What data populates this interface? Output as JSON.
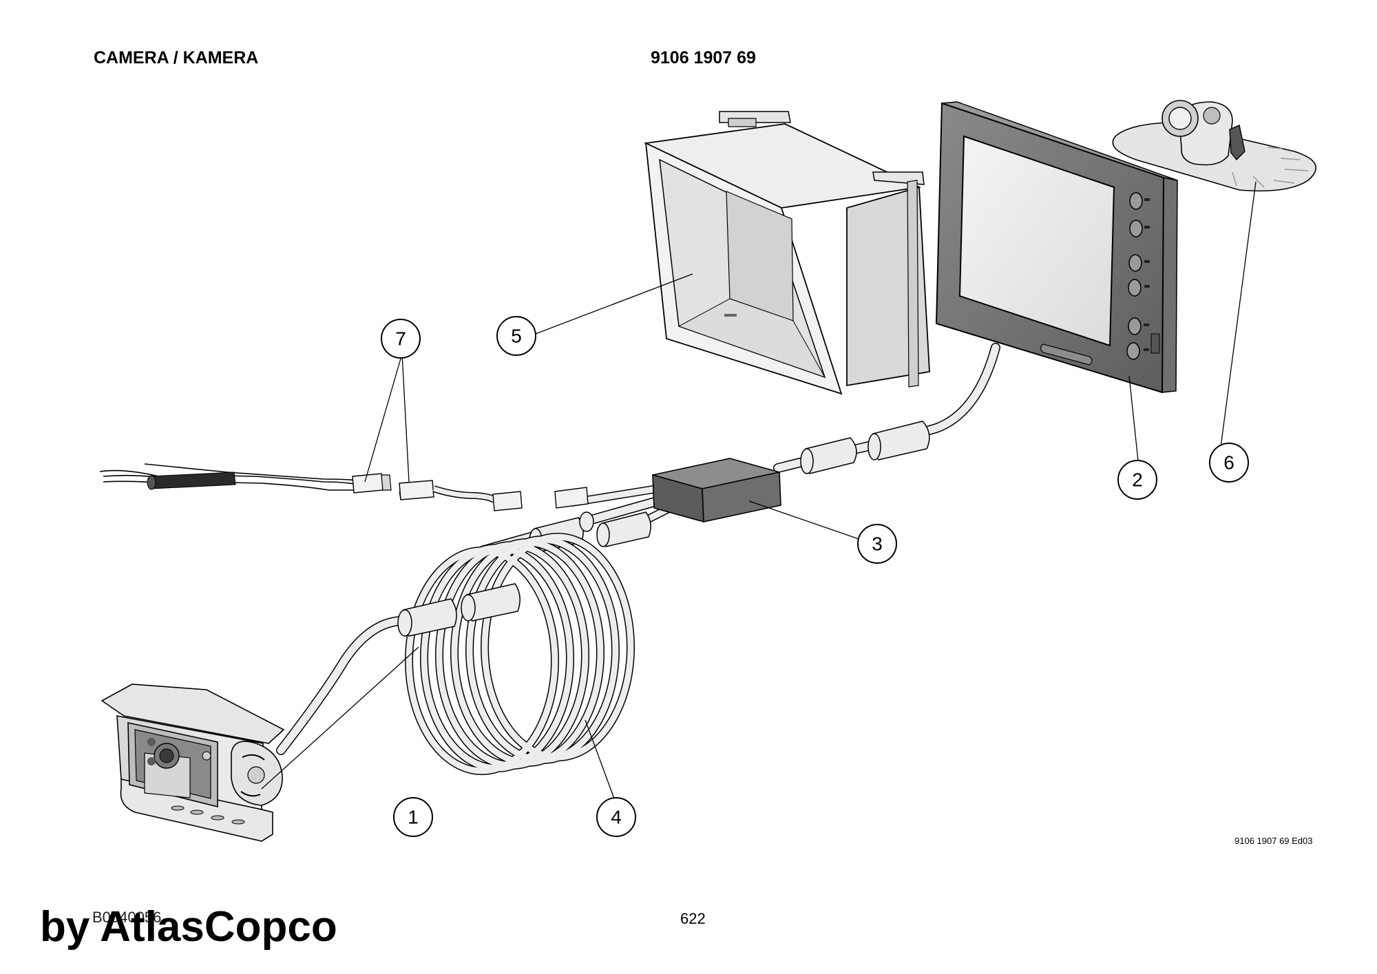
{
  "header": {
    "title": "CAMERA / KAMERA",
    "part_number": "9106 1907 69"
  },
  "callouts": [
    "1",
    "2",
    "3",
    "4",
    "5",
    "6",
    "7"
  ],
  "footer": {
    "edition": "9106 1907 69 Ed03",
    "doc_ref": "B0040056",
    "page": "622",
    "watermark": "by AtlasCopco"
  },
  "parts": [
    {
      "id": "1",
      "icon": "camera-icon"
    },
    {
      "id": "2",
      "icon": "monitor-icon"
    },
    {
      "id": "3",
      "icon": "junction-box-icon"
    },
    {
      "id": "4",
      "icon": "coiled-cable-icon"
    },
    {
      "id": "5",
      "icon": "sun-hood-icon"
    },
    {
      "id": "6",
      "icon": "mounting-bracket-icon"
    },
    {
      "id": "7",
      "icon": "connector-icon"
    }
  ],
  "colors": {
    "line": "#000000",
    "part_fill": "#ebebeb",
    "dark_part": "#6e6e6e"
  }
}
